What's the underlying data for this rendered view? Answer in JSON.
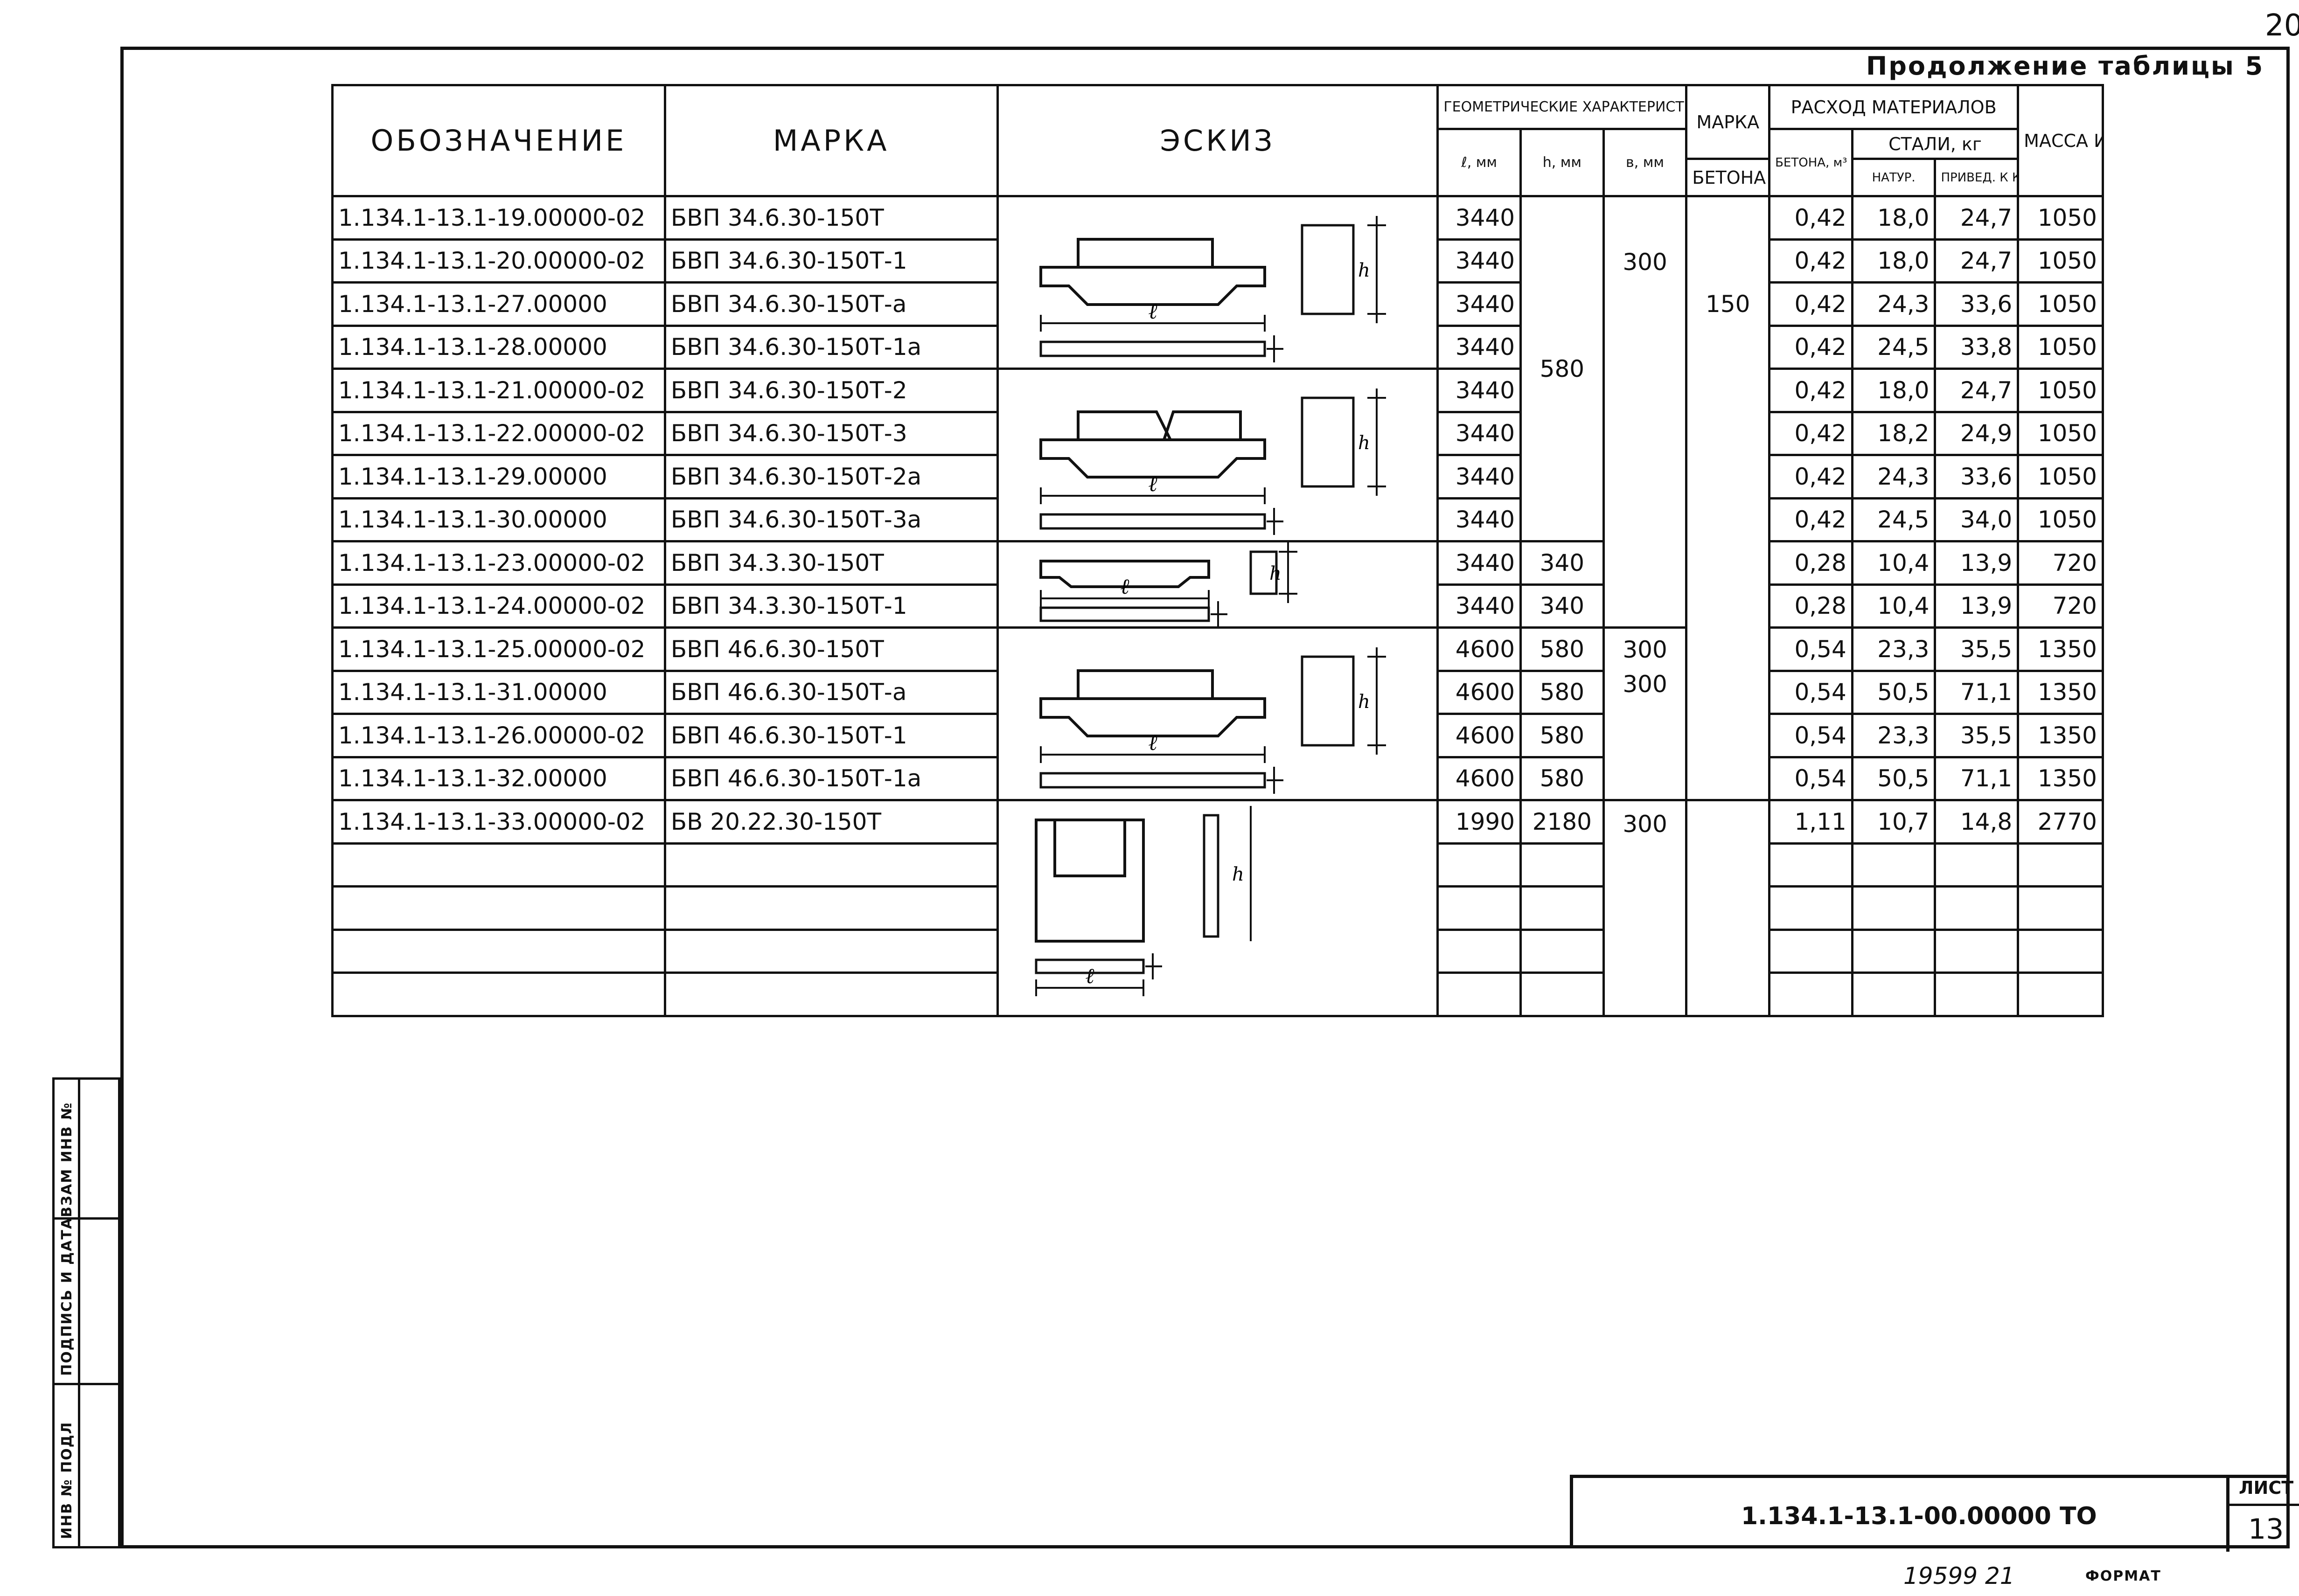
{
  "page_number": "20",
  "table_title": "Продолжение таблицы 5",
  "headers": {
    "designation": "ОБОЗНАЧЕНИЕ",
    "mark": "МАРКА",
    "sketch": "ЭСКИЗ",
    "geometry": "ГЕОМЕТРИЧЕСКИЕ ХАРАКТЕРИСТИКИ",
    "l": "ℓ, мм",
    "h": "h, мм",
    "b": "в, мм",
    "concrete_grade_top": "МАРКА",
    "concrete_grade_bottom": "БЕТОНА",
    "materials": "РАСХОД МАТЕРИАЛОВ",
    "concrete_vol": "БЕТОНА, м³",
    "steel": "СТАЛИ, кг",
    "steel_nat": "НАТУР.",
    "steel_red": "ПРИВЕД. К КЛ.А-I",
    "mass": "МАССА ИЗДЕЛИЯ, кг"
  },
  "rows": [
    {
      "designation": "1.134.1-13.1-19.00000-02",
      "mark": "БВП 34.6.30-150Т",
      "l": "3440",
      "h": "",
      "b": "",
      "conc": "0,42",
      "nat": "18,0",
      "red": "24,7",
      "mass": "1050"
    },
    {
      "designation": "1.134.1-13.1-20.00000-02",
      "mark": "БВП 34.6.30-150Т-1",
      "l": "3440",
      "h": "580",
      "b": "300",
      "conc": "0,42",
      "nat": "18,0",
      "red": "24,7",
      "mass": "1050"
    },
    {
      "designation": "1.134.1-13.1-27.00000",
      "mark": "БВП 34.6.30-150Т-а",
      "l": "3440",
      "h": "",
      "b": "",
      "conc": "0,42",
      "nat": "24,3",
      "red": "33,6",
      "mass": "1050"
    },
    {
      "designation": "1.134.1-13.1-28.00000",
      "mark": "БВП 34.6.30-150Т-1а",
      "l": "3440",
      "h": "",
      "b": "",
      "conc": "0,42",
      "nat": "24,5",
      "red": "33,8",
      "mass": "1050"
    },
    {
      "designation": "1.134.1-13.1-21.00000-02",
      "mark": "БВП 34.6.30-150Т-2",
      "l": "3440",
      "h": "",
      "b": "",
      "conc": "0,42",
      "nat": "18,0",
      "red": "24,7",
      "mass": "1050"
    },
    {
      "designation": "1.134.1-13.1-22.00000-02",
      "mark": "БВП 34.6.30-150Т-3",
      "l": "3440",
      "h": "",
      "b": "",
      "conc": "0,42",
      "nat": "18,2",
      "red": "24,9",
      "mass": "1050"
    },
    {
      "designation": "1.134.1-13.1-29.00000",
      "mark": "БВП 34.6.30-150Т-2а",
      "l": "3440",
      "h": "",
      "b": "",
      "conc": "0,42",
      "nat": "24,3",
      "red": "33,6",
      "mass": "1050"
    },
    {
      "designation": "1.134.1-13.1-30.00000",
      "mark": "БВП 34.6.30-150Т-3а",
      "l": "3440",
      "h": "",
      "b": "",
      "conc": "0,42",
      "nat": "24,5",
      "red": "34,0",
      "mass": "1050"
    },
    {
      "designation": "1.134.1-13.1-23.00000-02",
      "mark": "БВП 34.3.30-150Т",
      "l": "3440",
      "h": "340",
      "b": "",
      "conc": "0,28",
      "nat": "10,4",
      "red": "13,9",
      "mass": "720"
    },
    {
      "designation": "1.134.1-13.1-24.00000-02",
      "mark": "БВП 34.3.30-150Т-1",
      "l": "3440",
      "h": "340",
      "b": "",
      "conc": "0,28",
      "nat": "10,4",
      "red": "13,9",
      "mass": "720"
    },
    {
      "designation": "1.134.1-13.1-25.00000-02",
      "mark": "БВП 46.6.30-150Т",
      "l": "4600",
      "h": "580",
      "b": "300",
      "conc": "0,54",
      "nat": "23,3",
      "red": "35,5",
      "mass": "1350"
    },
    {
      "designation": "1.134.1-13.1-31.00000",
      "mark": "БВП 46.6.30-150Т-а",
      "l": "4600",
      "h": "580",
      "b": "300",
      "conc": "0,54",
      "nat": "50,5",
      "red": "71,1",
      "mass": "1350"
    },
    {
      "designation": "1.134.1-13.1-26.00000-02",
      "mark": "БВП 46.6.30-150Т-1",
      "l": "4600",
      "h": "580",
      "b": "",
      "conc": "0,54",
      "nat": "23,3",
      "red": "35,5",
      "mass": "1350"
    },
    {
      "designation": "1.134.1-13.1-32.00000",
      "mark": "БВП 46.6.30-150Т-1а",
      "l": "4600",
      "h": "580",
      "b": "",
      "conc": "0,54",
      "nat": "50,5",
      "red": "71,1",
      "mass": "1350"
    },
    {
      "designation": "1.134.1-13.1-33.00000-02",
      "mark": "БВ 20.22.30-150Т",
      "l": "1990",
      "h": "2180",
      "b": "300",
      "conc": "1,11",
      "nat": "10,7",
      "red": "14,8",
      "mass": "2770"
    }
  ],
  "concrete_grade": "150",
  "sketch_label_l": "ℓ",
  "sketch_label_h": "h",
  "side_labels": {
    "inv_replace": "ВЗАМ ИНВ №",
    "sign_date": "ПОДПИСЬ И ДАТА",
    "inv_original": "ИНВ № ПОДЛ"
  },
  "title_block": {
    "doc_code": "1.134.1-13.1-00.00000 ТО",
    "sheet_label": "ЛИСТ",
    "sheet_number": "13"
  },
  "footer": {
    "number": "19599  21",
    "format": "ФОРМАТ"
  }
}
